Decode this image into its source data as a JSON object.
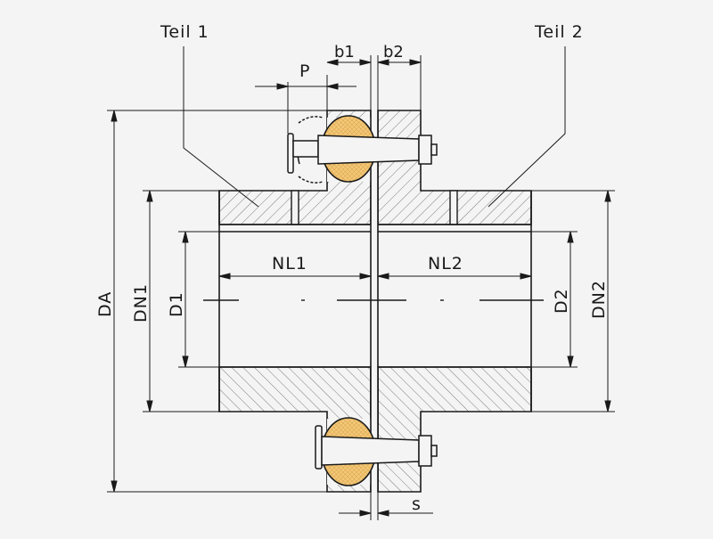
{
  "labels": {
    "part1": "Teil 1",
    "part2": "Teil 2",
    "p": "P",
    "b1": "b1",
    "b2": "b2",
    "da": "DA",
    "dn1": "DN1",
    "d1": "D1",
    "nl1": "NL1",
    "nl2": "NL2",
    "d2": "D2",
    "dn2": "DN2",
    "s": "s"
  },
  "colors": {
    "background": "#f4f4f4",
    "line": "#1a1a1a",
    "hatch": "#6e6e6e",
    "element_fill": "#f1c97b",
    "element_grid": "#e2a64a"
  }
}
